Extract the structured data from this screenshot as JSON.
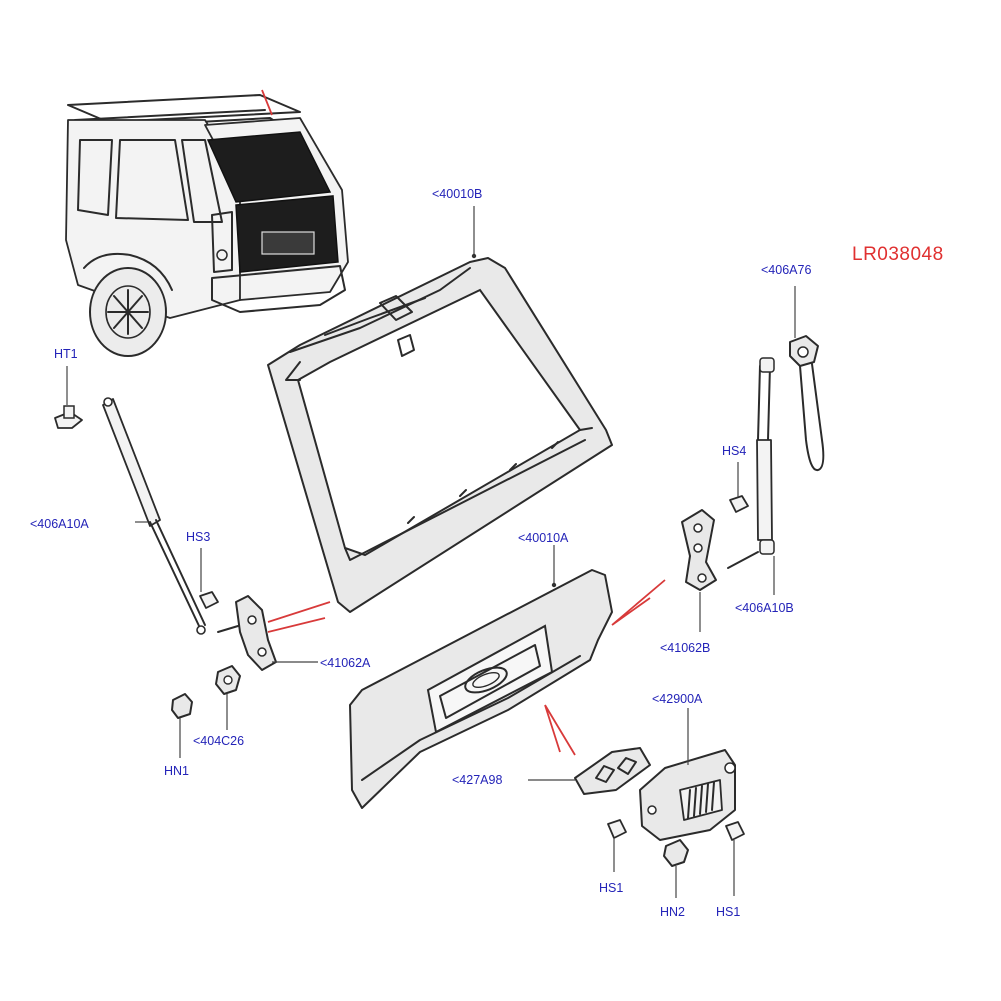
{
  "diagram": {
    "reference_id": "LR038048",
    "callouts": {
      "tailgate_upper": "<40010B",
      "tailgate_lower": "<40010A",
      "strut_right_top": "<406A76",
      "strut_left": "<406A10A",
      "strut_right": "<406A10B",
      "hinge_left": "<41062A",
      "hinge_right": "<41062B",
      "latch": "<42900A",
      "striker": "<427A98",
      "nut_left": "<404C26",
      "ht1": "HT1",
      "hs3": "HS3",
      "hs4": "HS4",
      "hn1": "HN1",
      "hs1_left": "HS1",
      "hn2": "HN2",
      "hs1_right": "HS1"
    },
    "colors": {
      "callout_text": "#2424b8",
      "reference_text": "#e03030",
      "leader_red": "#d83a3a"
    }
  }
}
